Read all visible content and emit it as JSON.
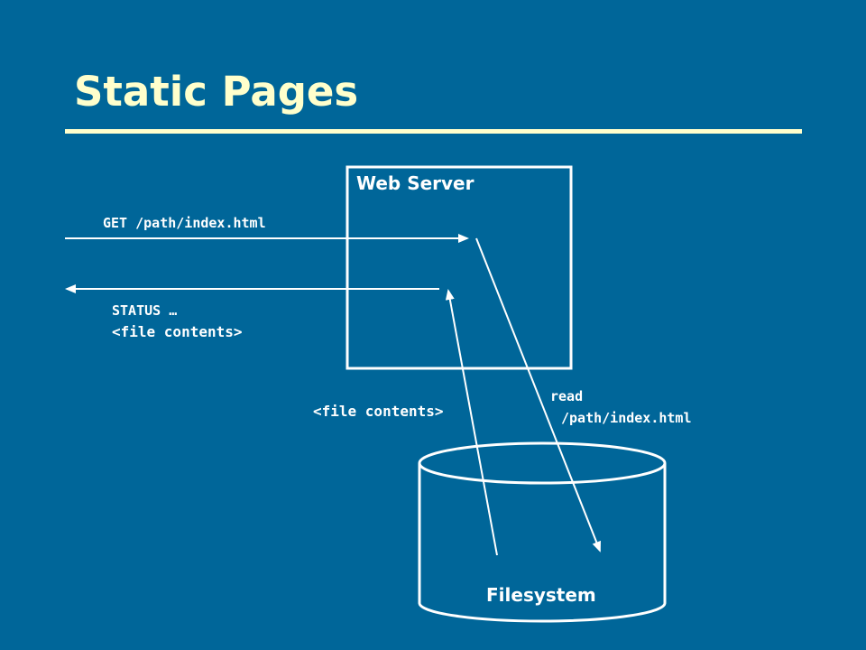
{
  "slide": {
    "title": "Static Pages"
  },
  "diagram": {
    "web_server_label": "Web Server",
    "filesystem_label": "Filesystem",
    "request_label": "GET /path/index.html",
    "response_status": "STATUS …",
    "response_body": "<file contents>",
    "read_label_line1": "read",
    "read_label_line2": "/path/index.html",
    "file_contents_label": "<file contents>"
  },
  "colors": {
    "background": "#006699",
    "title": "#FFFFCC",
    "lines": "#FFFFFF"
  }
}
